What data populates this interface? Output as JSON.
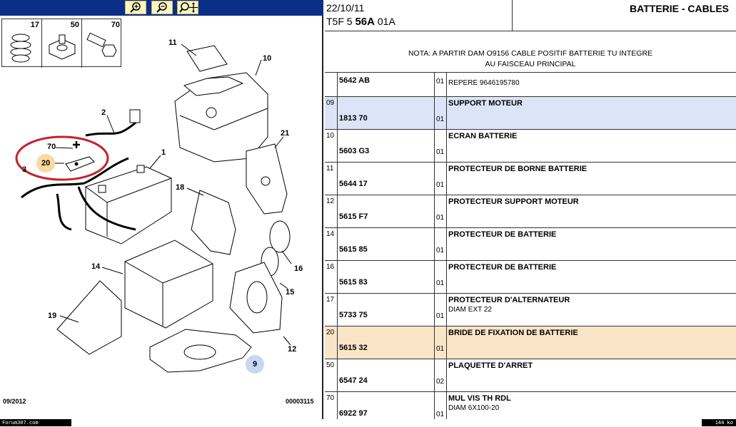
{
  "toolbar": {
    "zoom_in_icon": "zoom-in-icon",
    "zoom_out_icon": "zoom-out-icon",
    "pan_zoom_icon": "pan-zoom-icon"
  },
  "header": {
    "date": "22/10/11",
    "code_prefix": "T5F 5",
    "code_bold": "56A",
    "code_suffix": "01A",
    "title": "BATTERIE - CABLES"
  },
  "note": {
    "line1": "NOTA: A PARTIR DAM O9156 CABLE POSITIF BATTERIE TU INTEGRE",
    "line2": "AU FAISCEAU PRINCIPAL"
  },
  "diagram": {
    "legend_numbers": [
      "17",
      "50",
      "70"
    ],
    "callouts": [
      "11",
      "10",
      "2",
      "21",
      "70",
      "1",
      "3",
      "18",
      "16",
      "14",
      "15",
      "19",
      "12",
      "9"
    ],
    "highlighted_ref": "20",
    "date_footer": "09/2012",
    "doc_number": "00003115"
  },
  "footer": {
    "forum": "Forum307.com",
    "size": "144 ko"
  },
  "parts": [
    {
      "index": "",
      "ref": "5642 AB",
      "qty": "01",
      "name": "REPERE 9646195780",
      "sub": "",
      "style": "first"
    },
    {
      "index": "09",
      "ref": "1813 70",
      "qty": "01",
      "name": "SUPPORT MOTEUR",
      "sub": "",
      "style": "blue"
    },
    {
      "index": "10",
      "ref": "5603 G3",
      "qty": "01",
      "name": "ECRAN BATTERIE",
      "sub": "",
      "style": ""
    },
    {
      "index": "11",
      "ref": "5644 17",
      "qty": "01",
      "name": "PROTECTEUR DE BORNE BATTERIE",
      "sub": "",
      "style": ""
    },
    {
      "index": "12",
      "ref": "5615 F7",
      "qty": "01",
      "name": "PROTECTEUR SUPPORT MOTEUR",
      "sub": "",
      "style": ""
    },
    {
      "index": "14",
      "ref": "5615 85",
      "qty": "01",
      "name": "PROTECTEUR DE BATTERIE",
      "sub": "",
      "style": ""
    },
    {
      "index": "16",
      "ref": "5615 83",
      "qty": "01",
      "name": "PROTECTEUR DE BATTERIE",
      "sub": "",
      "style": ""
    },
    {
      "index": "17",
      "ref": "5733 75",
      "qty": "01",
      "name": "PROTECTEUR D'ALTERNATEUR",
      "sub": "DIAM EXT 22",
      "style": ""
    },
    {
      "index": "20",
      "ref": "5615 32",
      "qty": "01",
      "name": "BRIDE DE FIXATION DE BATTERIE",
      "sub": "",
      "style": "orange"
    },
    {
      "index": "50",
      "ref": "6547 24",
      "qty": "02",
      "name": "PLAQUETTE D'ARRET",
      "sub": "",
      "style": ""
    },
    {
      "index": "70",
      "ref": "6922 97",
      "qty": "01",
      "name": "MUL VIS TH RDL",
      "sub": "DIAM 6X100-20",
      "style": ""
    }
  ]
}
